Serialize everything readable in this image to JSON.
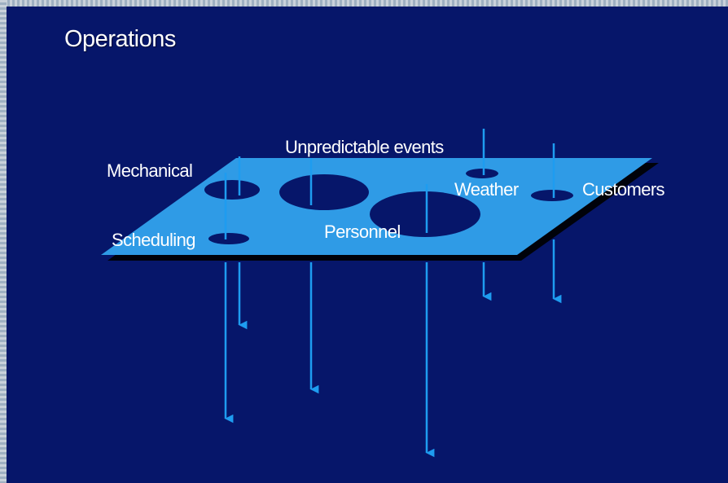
{
  "title": "Operations",
  "labels": {
    "unpredictable": "Unpredictable events",
    "mechanical": "Mechanical",
    "weather": "Weather",
    "customers": "Customers",
    "scheduling": "Scheduling",
    "personnel": "Personnel"
  },
  "colors": {
    "background": "#06166a",
    "plane": "#2f9be6",
    "arrow": "#1e9cf0",
    "text": "#ffffff"
  }
}
